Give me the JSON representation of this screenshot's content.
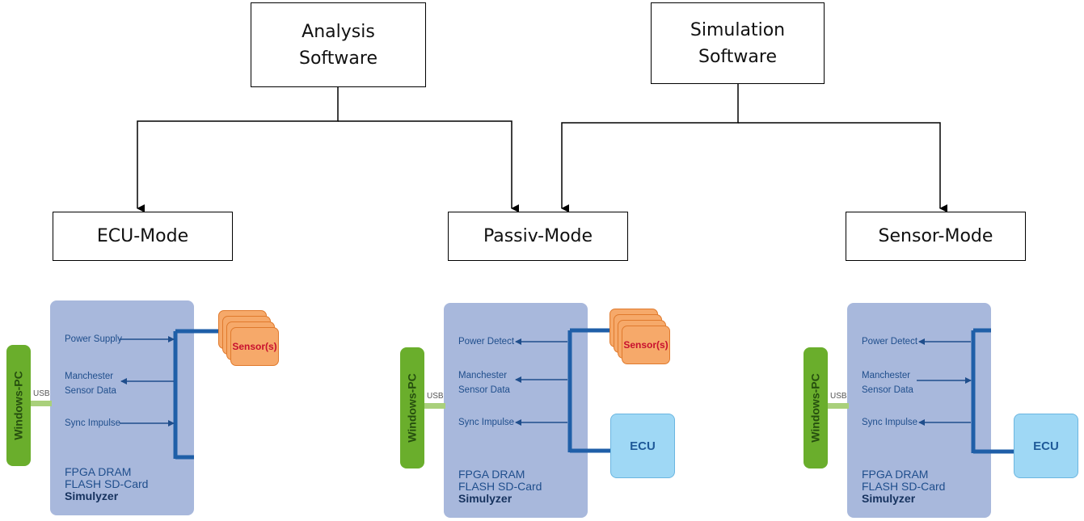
{
  "boxes": {
    "analysis": "Analysis\nSoftware",
    "simulation": "Simulation\nSoftware",
    "ecu_mode": "ECU-Mode",
    "passiv_mode": "Passiv-Mode",
    "sensor_mode": "Sensor-Mode"
  },
  "panels": [
    {
      "power": "Power Supply",
      "manchester": "Manchester",
      "sensor_data": "Sensor Data",
      "sync": "Sync Impulse",
      "fpga": "FPGA DRAM",
      "flash": "FLASH SD-Card",
      "simulyzer": "Simulyzer",
      "windows_pc": "Windows-PC",
      "usb": "USB",
      "sensor": "Sensor(s)"
    },
    {
      "power": "Power Detect",
      "manchester": "Manchester",
      "sensor_data": "Sensor Data",
      "sync": "Sync Impulse",
      "fpga": "FPGA DRAM",
      "flash": "FLASH SD-Card",
      "simulyzer": "Simulyzer",
      "windows_pc": "Windows-PC",
      "usb": "USB",
      "sensor": "Sensor(s)",
      "ecu": "ECU"
    },
    {
      "power": "Power Detect",
      "manchester": "Manchester",
      "sensor_data": "Sensor Data",
      "sync": "Sync Impulse",
      "fpga": "FPGA DRAM",
      "flash": "FLASH SD-Card",
      "simulyzer": "Simulyzer",
      "windows_pc": "Windows-PC",
      "usb": "USB",
      "ecu": "ECU"
    }
  ]
}
